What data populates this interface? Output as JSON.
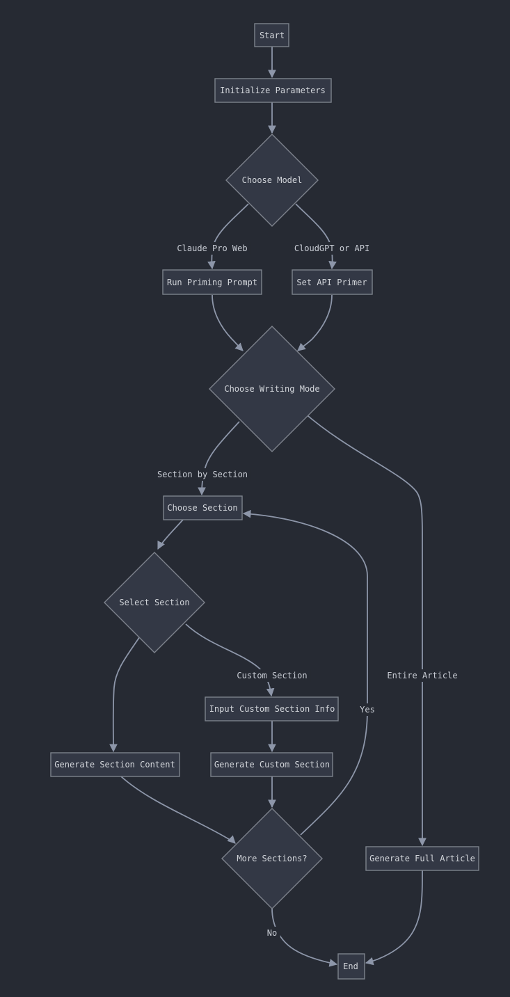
{
  "diagram": {
    "type": "flowchart",
    "direction": "top-down",
    "theme": "dark",
    "colors": {
      "background": "#262a33",
      "node_fill": "#333845",
      "node_border": "#7d828c",
      "edge_stroke": "#8d96a9",
      "node_text": "#d2d5da",
      "edge_label_text": "#c9cdd5"
    },
    "nodes": [
      {
        "id": "start",
        "shape": "rect",
        "label": "Start"
      },
      {
        "id": "initialize_parameters",
        "shape": "rect",
        "label": "Initialize Parameters"
      },
      {
        "id": "choose_model",
        "shape": "diamond",
        "label": "Choose Model"
      },
      {
        "id": "run_priming_prompt",
        "shape": "rect",
        "label": "Run Priming Prompt"
      },
      {
        "id": "set_api_primer",
        "shape": "rect",
        "label": "Set API Primer"
      },
      {
        "id": "choose_writing_mode",
        "shape": "diamond",
        "label": "Choose Writing Mode"
      },
      {
        "id": "choose_section",
        "shape": "rect",
        "label": "Choose Section"
      },
      {
        "id": "select_section",
        "shape": "diamond",
        "label": "Select Section"
      },
      {
        "id": "input_custom_section_info",
        "shape": "rect",
        "label": "Input Custom Section Info"
      },
      {
        "id": "generate_section_content",
        "shape": "rect",
        "label": "Generate Section Content"
      },
      {
        "id": "generate_custom_section",
        "shape": "rect",
        "label": "Generate Custom Section"
      },
      {
        "id": "more_sections",
        "shape": "diamond",
        "label": "More Sections?"
      },
      {
        "id": "generate_full_article",
        "shape": "rect",
        "label": "Generate Full Article"
      },
      {
        "id": "end",
        "shape": "rect",
        "label": "End"
      }
    ],
    "edges": [
      {
        "from": "start",
        "to": "initialize_parameters",
        "label": ""
      },
      {
        "from": "initialize_parameters",
        "to": "choose_model",
        "label": ""
      },
      {
        "from": "choose_model",
        "to": "run_priming_prompt",
        "label": "Claude Pro Web"
      },
      {
        "from": "choose_model",
        "to": "set_api_primer",
        "label": "CloudGPT or API"
      },
      {
        "from": "run_priming_prompt",
        "to": "choose_writing_mode",
        "label": ""
      },
      {
        "from": "set_api_primer",
        "to": "choose_writing_mode",
        "label": ""
      },
      {
        "from": "choose_writing_mode",
        "to": "choose_section",
        "label": "Section by Section"
      },
      {
        "from": "choose_writing_mode",
        "to": "generate_full_article",
        "label": "Entire Article"
      },
      {
        "from": "choose_section",
        "to": "select_section",
        "label": ""
      },
      {
        "from": "select_section",
        "to": "generate_section_content",
        "label": ""
      },
      {
        "from": "select_section",
        "to": "input_custom_section_info",
        "label": "Custom Section"
      },
      {
        "from": "input_custom_section_info",
        "to": "generate_custom_section",
        "label": ""
      },
      {
        "from": "generate_section_content",
        "to": "more_sections",
        "label": ""
      },
      {
        "from": "generate_custom_section",
        "to": "more_sections",
        "label": ""
      },
      {
        "from": "more_sections",
        "to": "choose_section",
        "label": "Yes"
      },
      {
        "from": "more_sections",
        "to": "end",
        "label": "No"
      },
      {
        "from": "generate_full_article",
        "to": "end",
        "label": ""
      }
    ]
  }
}
